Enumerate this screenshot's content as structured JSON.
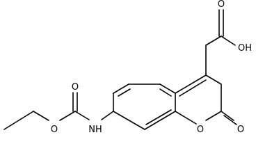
{
  "molecule": {
    "atoms": {
      "hydroxyl": "OH",
      "acid_carbonyl_o": "O",
      "ring_o": "O",
      "lactone_carbonyl_o": "O",
      "carbamate_carbonyl_o": "O",
      "ester_o": "O",
      "amine": "NH"
    }
  }
}
